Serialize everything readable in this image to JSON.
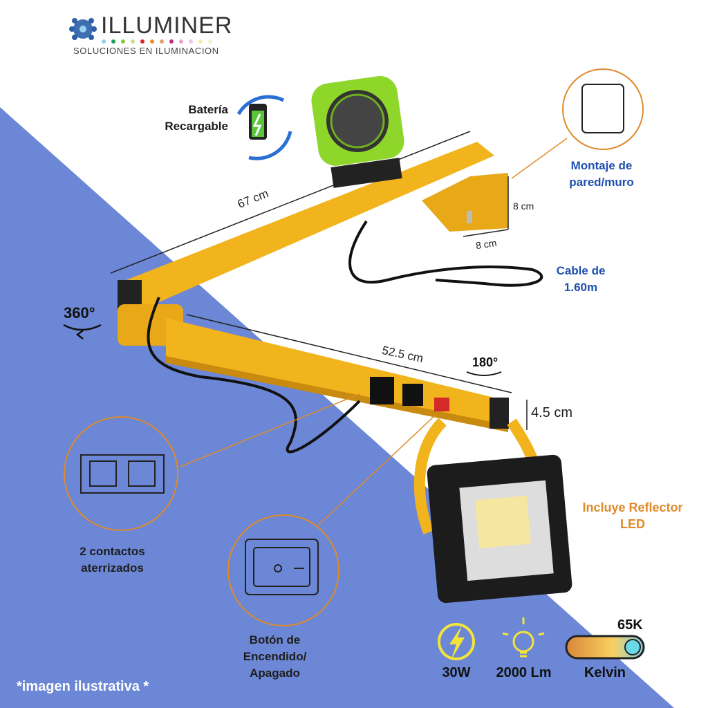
{
  "brand": {
    "name": "ILLUMINER",
    "tagline": "SOLUCIONES EN ILUMINACION"
  },
  "features": {
    "battery": "Batería\nRecargable",
    "wall_mount": "Montaje de\npared/muro",
    "cable": "Cable de\n1.60m",
    "outlets": "2 contactos\naterrizados",
    "switch": "Botón de\nEncendido/\nApagado",
    "reflector": "Incluye Reflector\nLED"
  },
  "dimensions": {
    "arm_upper": "67 cm",
    "arm_lower": "52.5 cm",
    "mount_height": "8 cm",
    "mount_width": "8 cm",
    "arm_height": "4.5 cm",
    "rotation_base": "360°",
    "rotation_joint": "180°"
  },
  "specs": {
    "power": "30W",
    "lumens": "2000 Lm",
    "kelvin_label": "Kelvin",
    "kelvin_value": "65K"
  },
  "footnote": "*imagen ilustrativa *",
  "colors": {
    "background_blue": "#6b87d5",
    "arm_yellow": "#f2b41c",
    "fan_green": "#8fd62a",
    "accent_orange": "#e08a2a"
  }
}
